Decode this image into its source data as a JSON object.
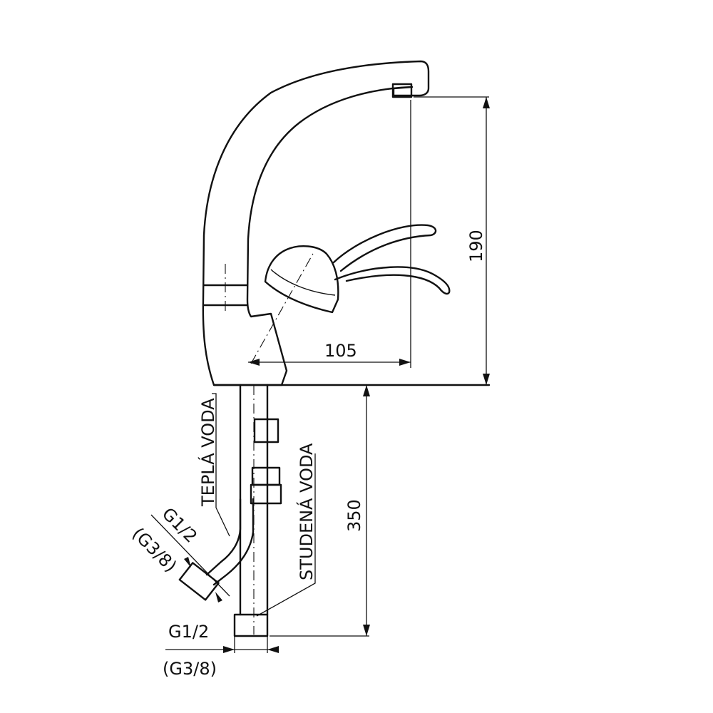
{
  "dimensions": {
    "spout_reach": "105",
    "spout_height": "190",
    "hose_length": "350"
  },
  "labels": {
    "hot_water": "TEPLÁ VODA",
    "cold_water": "STUDENÁ VODA",
    "hot_thread": "G1/2",
    "hot_thread_alt": "(G3/8)",
    "cold_thread": "G1/2",
    "cold_thread_alt": "(G3/8)"
  }
}
